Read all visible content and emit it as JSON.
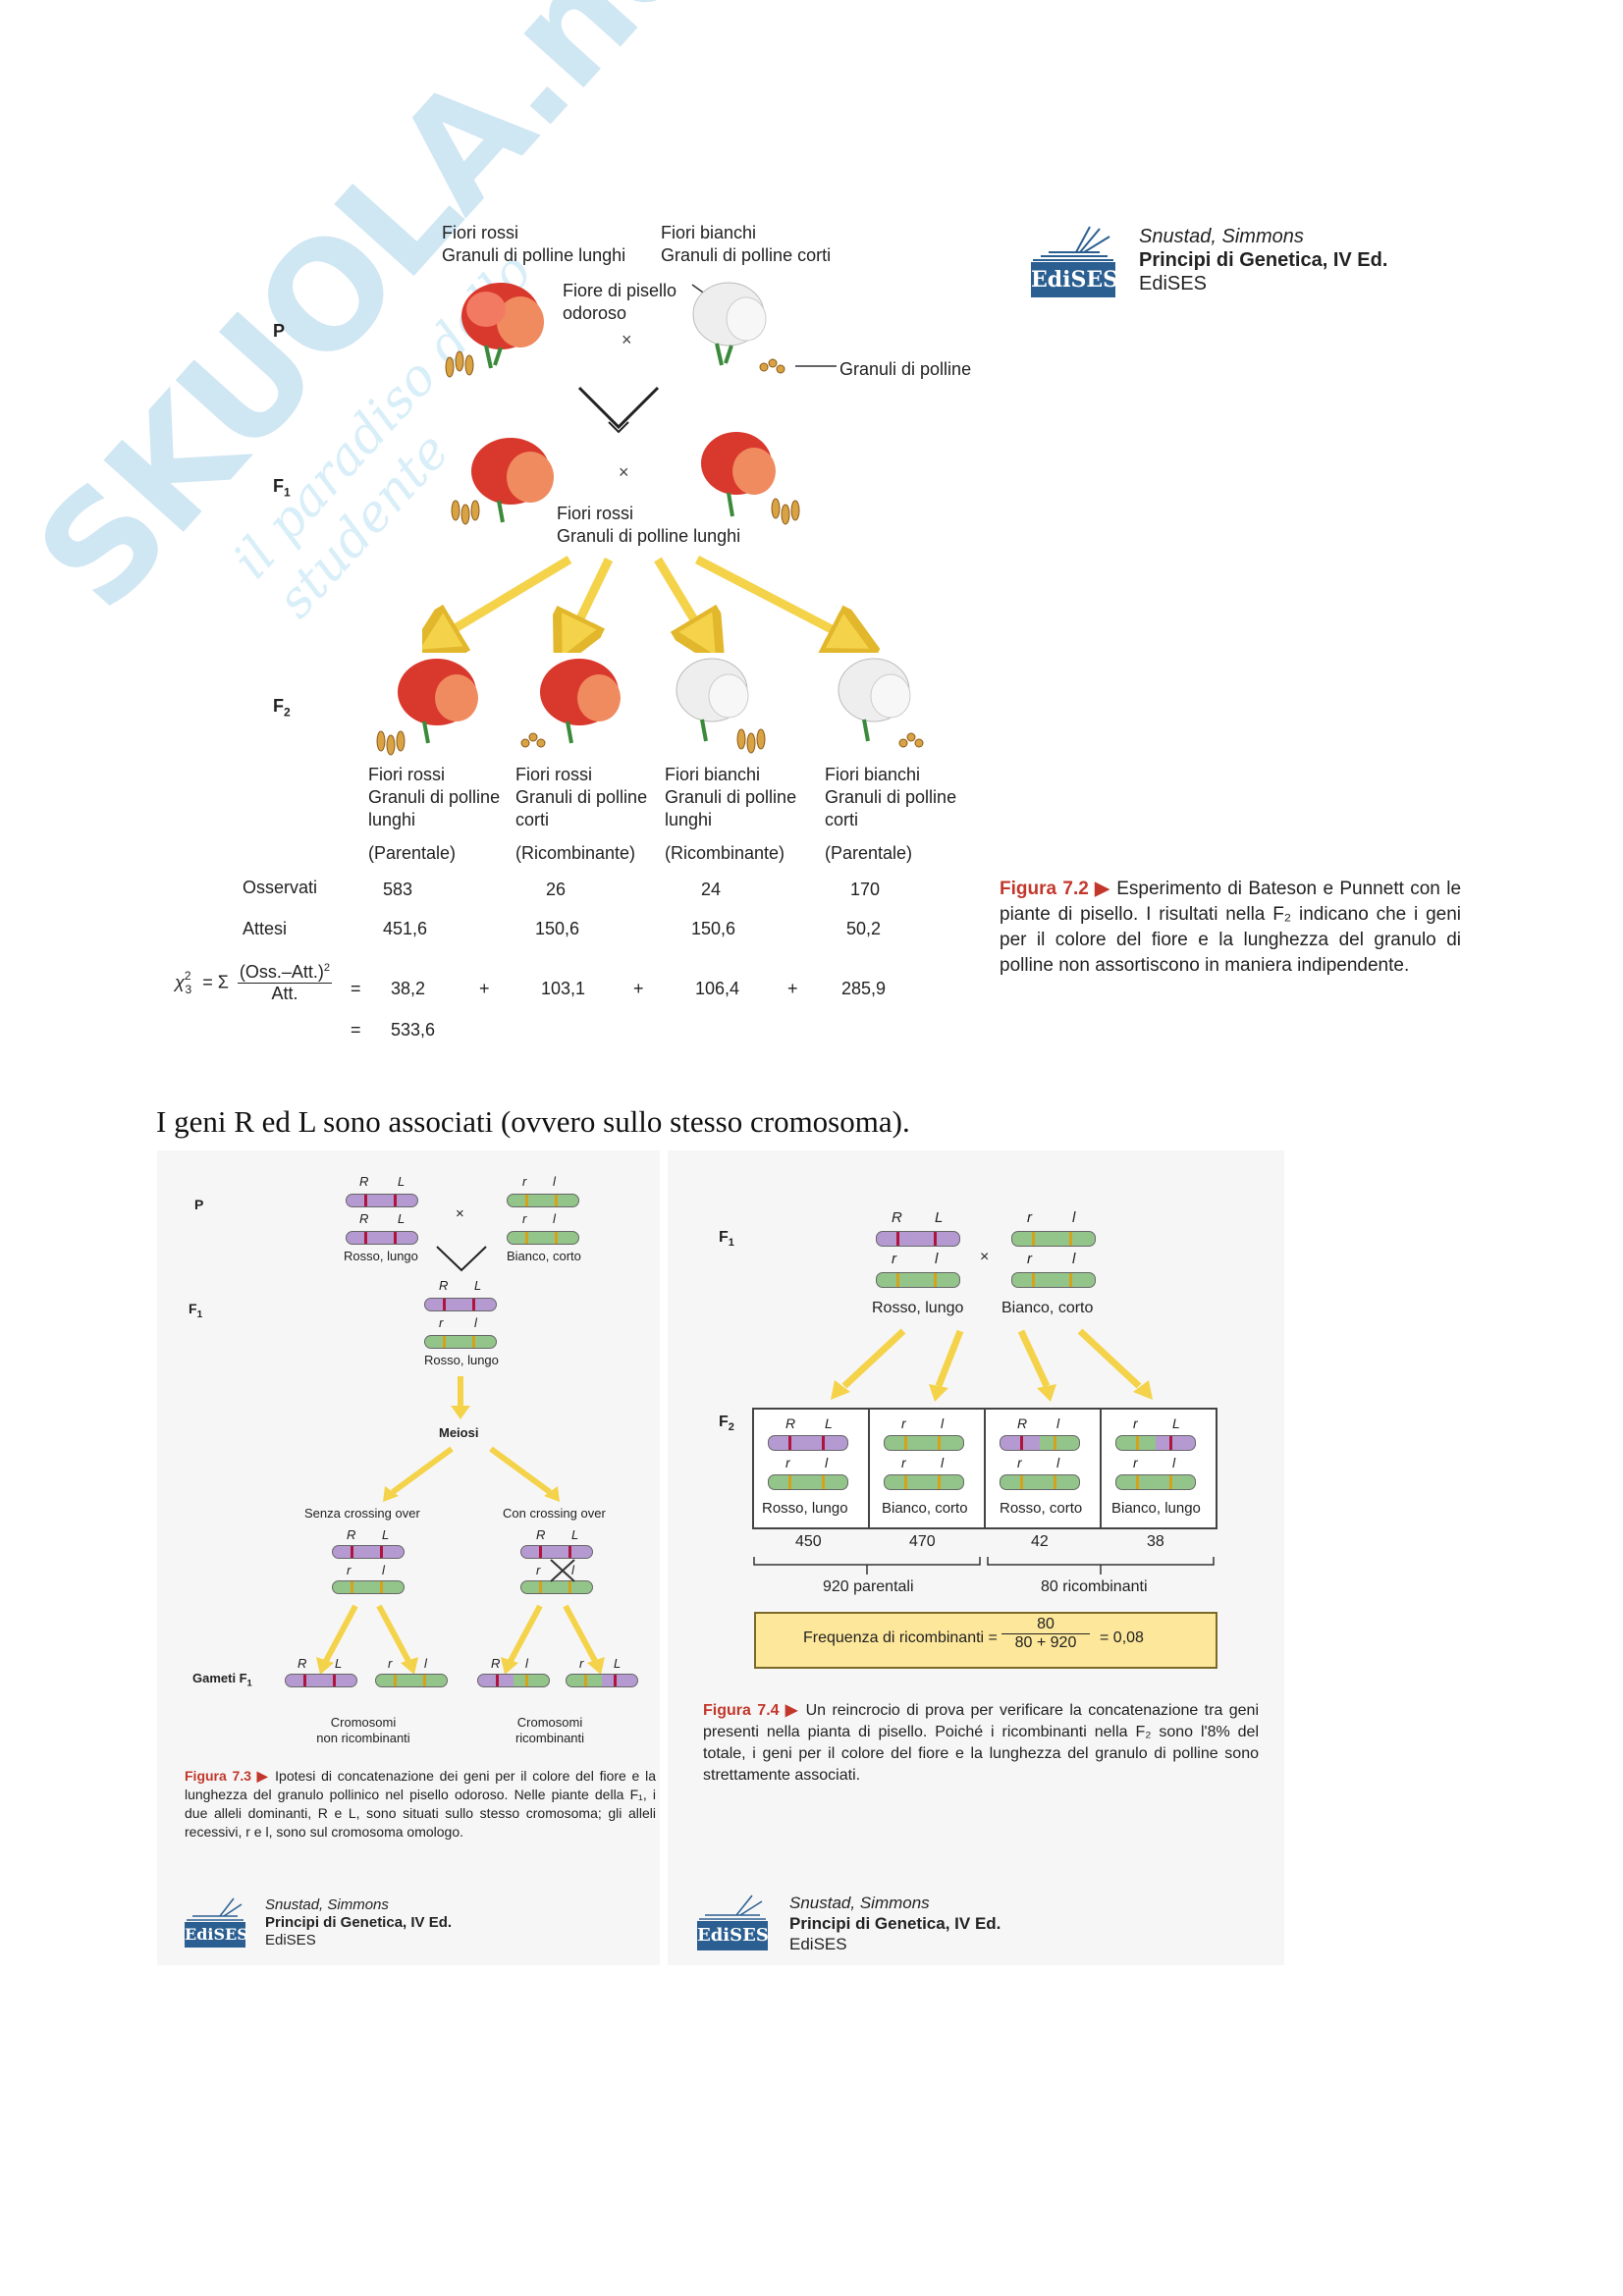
{
  "fig72": {
    "p_label": "P",
    "f1_label": "F",
    "f1_sub": "1",
    "f2_label": "F",
    "f2_sub": "2",
    "parent_red_1": "Fiori rossi",
    "parent_red_2": "Granuli di polline lunghi",
    "parent_white_1": "Fiori bianchi",
    "parent_white_2": "Granuli di polline corti",
    "flower_label_1": "Fiore di pisello",
    "flower_label_2": "odoroso",
    "pollen_label": "Granuli di polline",
    "cross": "×",
    "f1_text_1": "Fiori rossi",
    "f1_text_2": "Granuli di polline lunghi",
    "f2_classes": [
      {
        "l1": "Fiori rossi",
        "l2": "Granuli di polline",
        "l3": "lunghi",
        "type": "(Parentale)",
        "obs": "583",
        "exp": "451,6",
        "chi": "38,2"
      },
      {
        "l1": "Fiori rossi",
        "l2": "Granuli di polline",
        "l3": "corti",
        "type": "(Ricombinante)",
        "obs": "26",
        "exp": "150,6",
        "chi": "103,1"
      },
      {
        "l1": "Fiori bianchi",
        "l2": "Granuli di polline",
        "l3": "lunghi",
        "type": "(Ricombinante)",
        "obs": "24",
        "exp": "150,6",
        "chi": "106,4"
      },
      {
        "l1": "Fiori bianchi",
        "l2": "Granuli di polline",
        "l3": "corti",
        "type": "(Parentale)",
        "obs": "170",
        "exp": "50,2",
        "chi": "285,9"
      }
    ],
    "observed_label": "Osservati",
    "expected_label": "Attesi",
    "chi_formula": "χ²₃ = Σ (Oss.–Att.)² / Att.",
    "chi_num": "(Oss.–Att.)",
    "chi_den": "Att.",
    "eq": "=",
    "plus": "+",
    "chi_total": "533,6",
    "caption_label": "Figura 7.2 ▶",
    "caption_text": " Esperimento di Bateson e Punnett con le piante di pisello. I risultati nella F₂ indicano che i geni per il colore del fiore e la lunghezza del granulo di polline non assortiscono in maniera indipendente."
  },
  "credit": {
    "authors": "Snustad, Simmons",
    "title": "Principi di Genetica, IV Ed.",
    "publisher": "EdiSES",
    "logo": "EdiSES"
  },
  "body_text": "I geni R ed L sono associati (ovvero sullo stesso cromosoma).",
  "fig73": {
    "p": "P",
    "f1": "F",
    "f1_sub": "1",
    "R": "R",
    "L": "L",
    "r": "r",
    "l": "l",
    "rosso_lungo": "Rosso, lungo",
    "bianco_corto": "Bianco, corto",
    "meiosi": "Meiosi",
    "senza": "Senza crossing over",
    "con": "Con crossing over",
    "gameti": "Gameti F",
    "gameti_sub": "1",
    "non_ric_1": "Cromosomi",
    "non_ric_2": "non ricombinanti",
    "ric_1": "Cromosomi",
    "ric_2": "ricombinanti",
    "caption_label": "Figura 7.3 ▶",
    "caption_text": " Ipotesi di concatenazione dei geni per il colore del fiore e la lunghezza del granulo pollinico nel pisello odoroso. Nelle piante della F₁, i due alleli dominanti, R e L, sono situati sullo stesso cromosoma; gli alleli recessivi, r e l, sono sul cromosoma omologo."
  },
  "fig74": {
    "f1": "F",
    "f1_sub": "1",
    "f2": "F",
    "f2_sub": "2",
    "rosso_lungo": "Rosso, lungo",
    "bianco_corto": "Bianco, corto",
    "classes": [
      {
        "label": "Rosso, lungo",
        "count": "450"
      },
      {
        "label": "Bianco, corto",
        "count": "470"
      },
      {
        "label": "Rosso, corto",
        "count": "42"
      },
      {
        "label": "Bianco, lungo",
        "count": "38"
      }
    ],
    "parentali": "920 parentali",
    "ricombinanti": "80 ricombinanti",
    "freq_label": "Frequenza di ricombinanti =",
    "freq_num": "80",
    "freq_den": "80 + 920",
    "freq_result": "= 0,08",
    "caption_label": "Figura 7.4 ▶",
    "caption_text": " Un reincrocio di prova per verificare la concatenazione tra geni presenti nella pianta di pisello. Poiché i ricombinanti nella F₂ sono l'8% del totale, i geni per il colore del fiore e la lunghezza del granulo di polline sono strettamente associati."
  },
  "watermark": {
    "brand": "SKUOLA.net",
    "tagline": "il paradiso dello studente"
  }
}
